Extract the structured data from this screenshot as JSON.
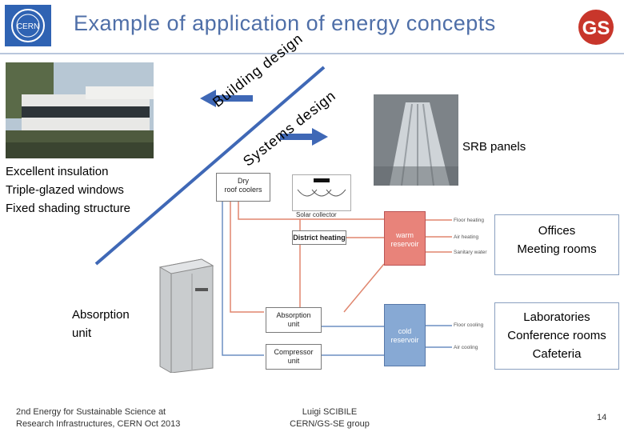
{
  "header": {
    "title": "Example of application of energy concepts",
    "logo_left_text": "CERN",
    "logo_right_text": "GS"
  },
  "left": {
    "features": [
      "Excellent insulation",
      "Triple-glazed windows",
      "Fixed shading structure"
    ],
    "absorption_label_line1": "Absorption",
    "absorption_label_line2": "unit"
  },
  "arrows": {
    "building_design": "Building design",
    "systems_design": "Systems design"
  },
  "srb": {
    "label": "SRB panels"
  },
  "right_boxes": {
    "offices_line1": "Offices",
    "offices_line2": "Meeting rooms",
    "labs_line1": "Laboratories",
    "labs_line2": "Conference rooms",
    "labs_line3": "Cafeteria"
  },
  "diagram": {
    "dry_roof_coolers_1": "Dry",
    "dry_roof_coolers_2": "roof coolers",
    "solar_collector": "Solar collector",
    "district_heating": "District heating",
    "warm_reservoir_1": "warm",
    "warm_reservoir_2": "reservoir",
    "cold_reservoir_1": "cold",
    "cold_reservoir_2": "reservoir",
    "absorption_unit_1": "Absorption",
    "absorption_unit_2": "unit",
    "compressor_unit_1": "Compressor",
    "compressor_unit_2": "unit",
    "floor_heating": "Floor heating",
    "air_heating": "Air heating",
    "sanitary_water": "Sanitary water",
    "floor_cooling": "Floor cooling",
    "air_cooling": "Air cooling"
  },
  "footer": {
    "left_line1": "2nd Energy for Sustainable Science at",
    "left_line2": "Research Infrastructures, CERN Oct 2013",
    "center_line1": "Luigi SCIBILE",
    "center_line2": "CERN/GS-SE group",
    "page_number": "14"
  },
  "colors": {
    "title": "#4f6fa8",
    "arrow": "#3f68b6",
    "warm": "#e8837a",
    "cold": "#87a9d4"
  }
}
